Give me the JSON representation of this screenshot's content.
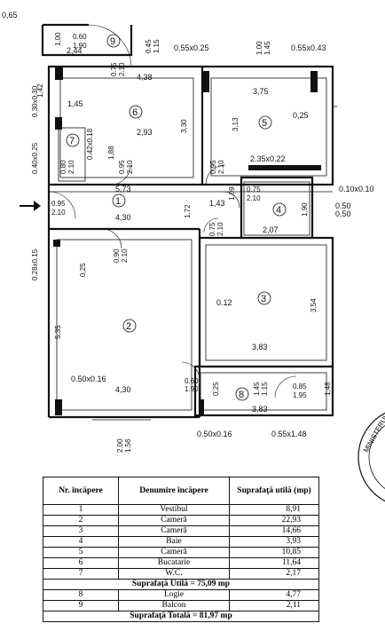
{
  "plan": {
    "labels": {
      "d_065": "0,65",
      "d_100": "1,00",
      "d_060_190": "0.60\n1.90",
      "d_244": "2,44",
      "d_075_210_a": "0.75\n2.10",
      "d_045_115": "0.45\n1.15",
      "d_055x025": "0.55x0.25",
      "d_100_145": "1.00\n1.45",
      "d_055x043": "0.55x0.43",
      "d_142": "1,42",
      "d_438": "4,38",
      "d_030x030": "0.30x0.30",
      "d_145": "1,45",
      "d_330": "3,30",
      "d_375": "3,75",
      "d_313": "3,13",
      "d_025_r5": "0,25",
      "d_293": "2,93",
      "d_040x025": "0.40x0.25",
      "d_042x018": "0.42x0.18",
      "d_080_210": "0.80\n2.10",
      "d_188": "1,88",
      "d_095_210_a": "0.95\n2.10",
      "d_095_210_b": "0.95\n2.10",
      "d_235x022": "2.35x0.22",
      "d_573": "5,73",
      "d_010x010": "0.10x0.10",
      "d_095_210_entry": "0.95\n2.10",
      "d_430_top": "4,30",
      "d_172": "1,72",
      "d_143": "1,43",
      "d_109": "1,09",
      "d_075_210_b": "0.75\n2.10",
      "d_190": "1,90",
      "d_050_a": "0.50",
      "d_050_b": "0.50",
      "d_207": "2,07",
      "d_075_210_c": "0.75\n2.10",
      "d_028x015": "0.28x0.15",
      "d_090_210": "0.90\n2.10",
      "d_025_r2": "0,25",
      "d_012": "0.12",
      "d_354": "3,54",
      "d_535": "5,35",
      "d_383_a": "3,83",
      "d_050x016_a": "0.50x0.16",
      "d_430_bot": "4,30",
      "d_060_190_b": "0.60\n1.90",
      "d_025_r8": "0,25",
      "d_145_115": "1.45\n1.15",
      "d_085_195": "0.85\n1.95",
      "d_148": "1,48",
      "d_383_b": "3,83",
      "d_200_156": "2.00\n1.56",
      "d_050x016_b": "0.50x0.16",
      "d_055x148": "0.55x1.48"
    },
    "rooms": [
      "1",
      "2",
      "3",
      "4",
      "5",
      "6",
      "7",
      "8",
      "9"
    ]
  },
  "seal_text": "MINISTERUL AP",
  "table": {
    "headers": [
      "Nr. încăpere",
      "Denumire încăpere",
      "Suprafaţă utilă (mp)"
    ],
    "rows": [
      {
        "nr": "1",
        "name": "Vestibul",
        "area": "8,91"
      },
      {
        "nr": "2",
        "name": "Cameră",
        "area": "22,93"
      },
      {
        "nr": "3",
        "name": "Cameră",
        "area": "14,66"
      },
      {
        "nr": "4",
        "name": "Baie",
        "area": "3,93"
      },
      {
        "nr": "5",
        "name": "Cameră",
        "area": "10,85"
      },
      {
        "nr": "6",
        "name": "Bucatarie",
        "area": "11,64"
      },
      {
        "nr": "7",
        "name": "W.C.",
        "area": "2,17"
      }
    ],
    "subtotal": "Suprafaţă Utilă = 75,09 mp",
    "extra_rows": [
      {
        "nr": "8",
        "name": "Logie",
        "area": "4,77"
      },
      {
        "nr": "9",
        "name": "Balcon",
        "area": "2,11"
      }
    ],
    "total": "Suprafaţă Totală = 81,97 mp"
  }
}
